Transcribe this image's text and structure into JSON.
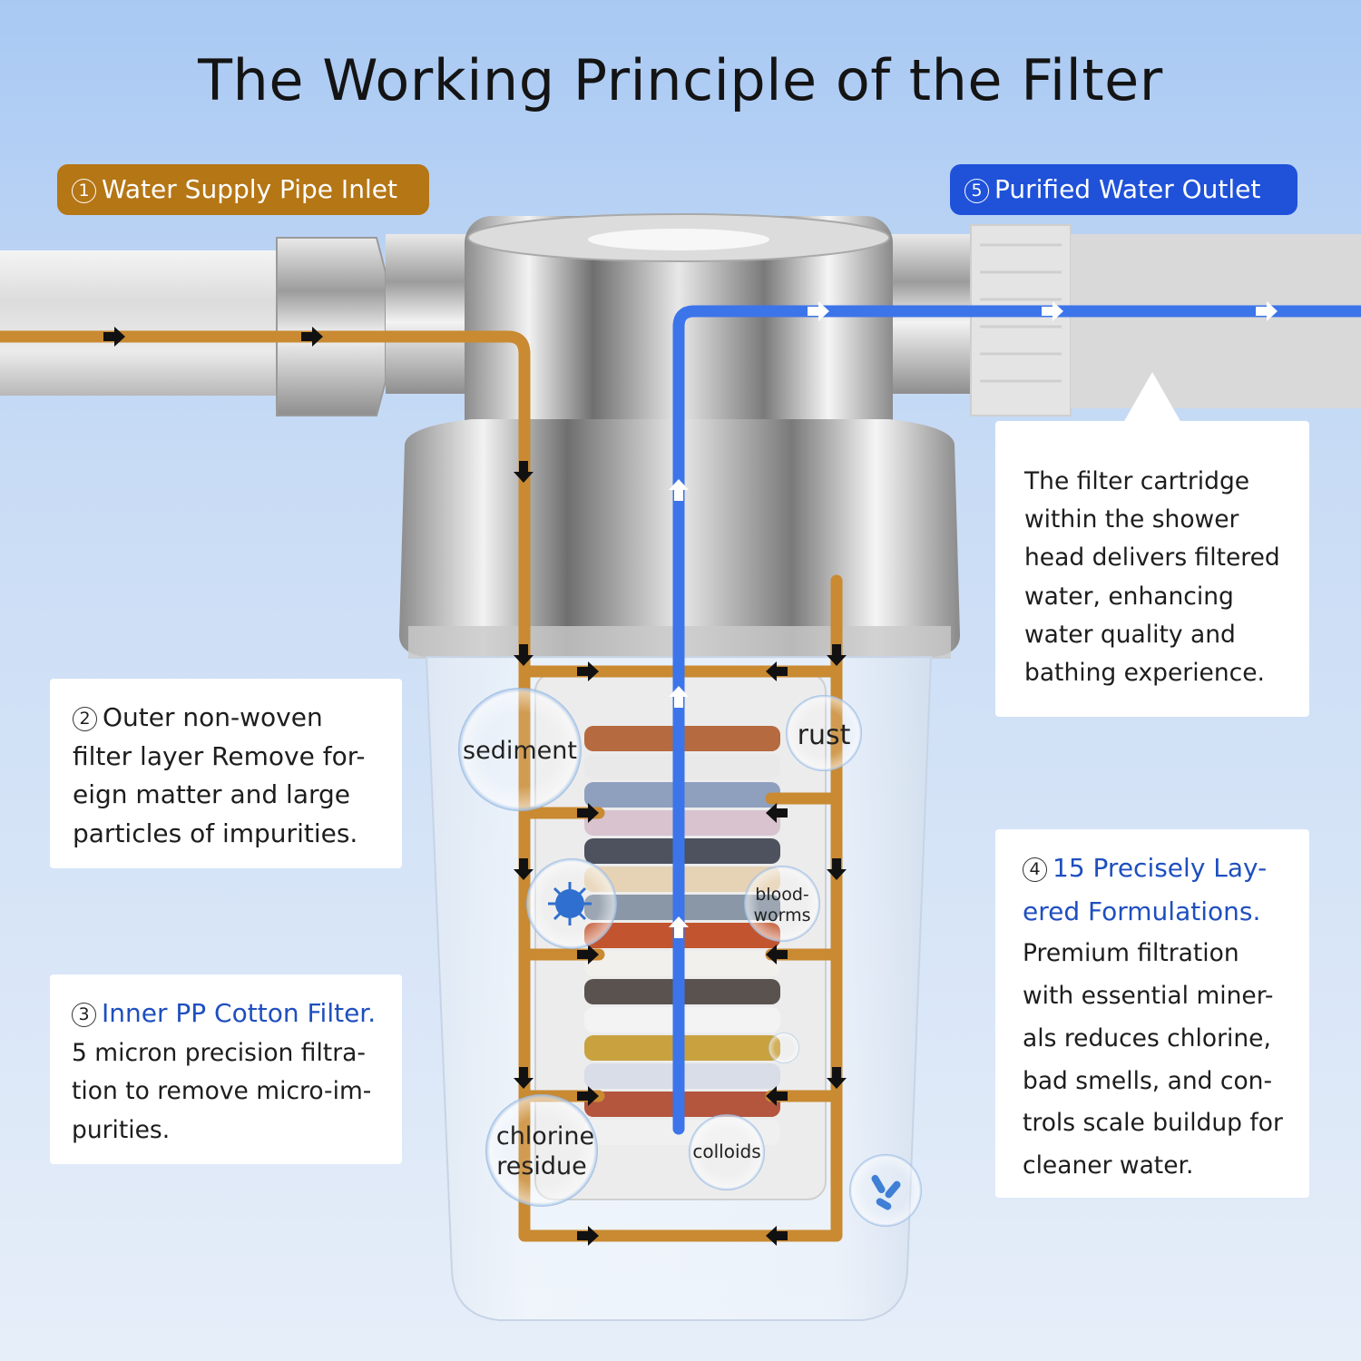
{
  "title": "The Working Principle of the Filter",
  "inlet": {
    "num": "1",
    "label": "Water Supply Pipe Inlet",
    "color": "#b57616"
  },
  "outlet": {
    "num": "5",
    "label": "Purified Water Outlet",
    "color": "#1f52d9"
  },
  "outer_layer": {
    "num": "2",
    "lines": [
      "Outer non-woven",
      "filter layer Remove for-",
      "eign matter and large",
      "particles of impurities."
    ]
  },
  "inner_filter": {
    "num": "3",
    "heading": "Inner PP Cotton Filter.",
    "lines": [
      "5 micron precision filtra-",
      "tion to remove micro-im-",
      "purities."
    ]
  },
  "formulations": {
    "num": "4",
    "heading_lines": [
      "15 Precisely Lay-",
      "ered Formulations."
    ],
    "lines": [
      "Premium filtration",
      "with essential miner-",
      "als reduces chlorine,",
      "bad smells, and con-",
      "trols scale buildup for",
      "cleaner water."
    ]
  },
  "cartridge": {
    "lines": [
      "The filter cartridge",
      "within the shower",
      "head delivers filtered",
      "water, enhancing",
      "water quality and",
      "bathing experience."
    ]
  },
  "contaminants": {
    "sediment": "sediment",
    "rust": "rust",
    "bloodworms_1": "blood-",
    "bloodworms_2": "worms",
    "chlorine_1": "chlorine",
    "chlorine_2": "residue",
    "colloids": "colloids"
  },
  "icons": [
    "bacteria-icon",
    "microorganism-icon"
  ],
  "colors": {
    "inflow": "#c98a32",
    "outflow": "#3c74ea",
    "heading_blue": "#1f4fbf"
  }
}
